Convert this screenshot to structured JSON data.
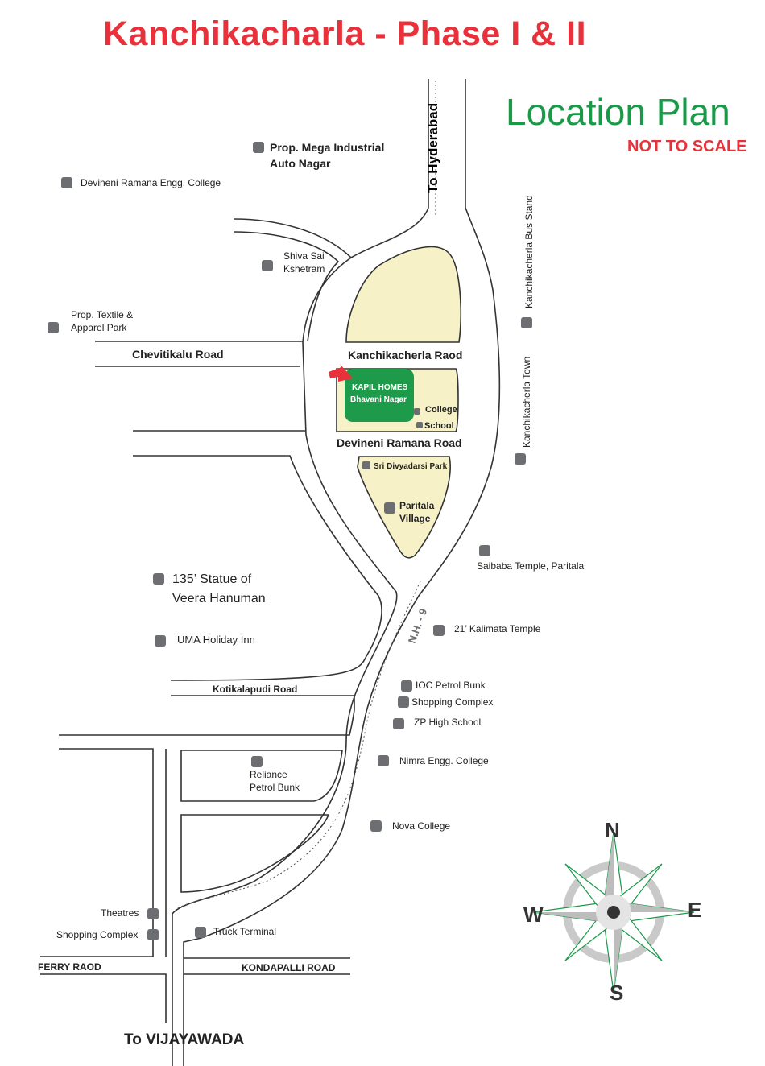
{
  "title": "Kanchikacharla - Phase I & II",
  "subtitle": "Location Plan",
  "scale_note": "NOT TO SCALE",
  "colors": {
    "title_red": "#e8313a",
    "subtitle_green": "#1a9a49",
    "plot_cream": "#f7f1c8",
    "project_green": "#1e9b4a",
    "marker_gray": "#6d6e71",
    "arrow_red": "#e8313a"
  },
  "project": {
    "name": "KAPIL HOMES",
    "area": "Bhavani Nagar",
    "pointer": "red-arrow-icon"
  },
  "roads": {
    "to_hyderabad": "To Hyderabad",
    "chevitikalu": "Chevitikalu Road",
    "kanchikacherla": "Kanchikacherla Raod",
    "devineni_ramana": "Devineni Ramana Road",
    "nh9": "N.H. - 9",
    "kotikalapudi": "Kotikalapudi Road",
    "ferry": "FERRY RAOD",
    "kondapalli": "KONDAPALLI ROAD",
    "to_vijayawada": "To VIJAYAWADA"
  },
  "landmarks": {
    "mega_industrial": "Prop. Mega Industrial\nAuto Nagar",
    "devineni_engg": "Devineni Ramana Engg. College",
    "shiva_sai": "Shiva Sai\nKshetram",
    "textile_park": "Prop. Textile &\nApparel Park",
    "bus_stand": "Kanchikacherla\nBus Stand",
    "town": "Kanchikacherla\nTown",
    "college": "College",
    "school": "School",
    "divyadarsi": "Sri Divyadarsi Park",
    "paritala": "Paritala\nVillage",
    "saibaba": "Saibaba Temple, Paritala",
    "hanuman": "135’ Statue of\nVeera Hanuman",
    "uma": "UMA Holiday Inn",
    "kalimata": "21’ Kalimata Temple",
    "ioc": "IOC Petrol Bunk",
    "shopping1": "Shopping Complex",
    "zp": "ZP High School",
    "reliance": "Reliance\nPetrol Bunk",
    "nimra": "Nimra Engg. College",
    "nova": "Nova College",
    "theatres": "Theatres",
    "shopping2": "Shopping Complex",
    "truck": "Truck Terminal"
  },
  "compass": {
    "north": "N",
    "south": "S",
    "east": "E",
    "west": "W"
  }
}
